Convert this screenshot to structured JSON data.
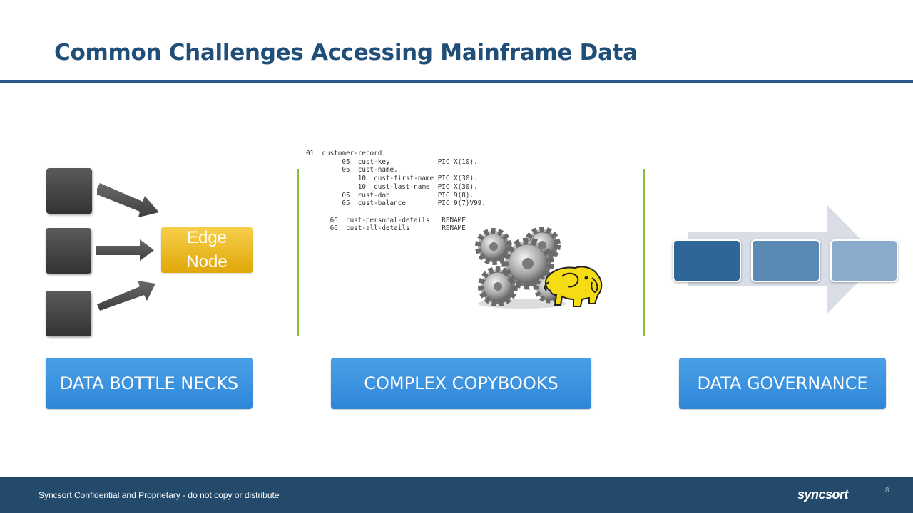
{
  "slide": {
    "title": "Common Challenges Accessing Mainframe Data"
  },
  "bottlenecks": {
    "edge_node_line1": "Edge",
    "edge_node_line2": "Node",
    "button_label": "DATA BOTTLE NECKS"
  },
  "copybooks": {
    "code_lines": [
      "01  customer-record.",
      "         05  cust-key            PIC X(10).",
      "         05  cust-name.",
      "             10  cust-first-name PIC X(30).",
      "             10  cust-last-name  PIC X(30).",
      "         05  cust-dob            PIC 9(8).",
      "         05  cust-balance        PIC 9(7)V99.",
      "",
      "      66  cust-personal-details   RENAME",
      "      66  cust-all-details        RENAME"
    ],
    "button_label": "COMPLEX COPYBOOKS"
  },
  "governance": {
    "button_label": "DATA GOVERNANCE",
    "box_colors": [
      "#2e6797",
      "#5a89b4",
      "#8aabca"
    ]
  },
  "footer": {
    "confidential_text": "Syncsort Confidential and Proprietary - do not copy or distribute",
    "logo_text": "syncsort",
    "page_number": "8"
  },
  "colors": {
    "title": "#1f4e79",
    "rule": "#2b5a8a",
    "accent_button": "#3a93e0",
    "edge_node": "#f0bd2a",
    "divider": "#8cbf3f",
    "footer": "#244a6b"
  }
}
